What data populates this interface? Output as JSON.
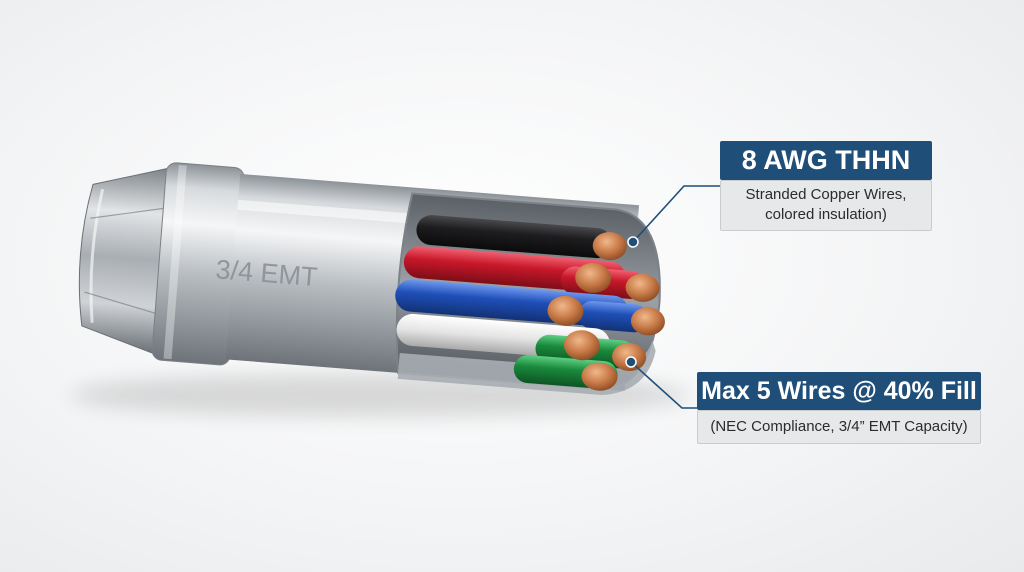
{
  "conduit": {
    "label": "3/4 EMT"
  },
  "callouts": {
    "gauge": {
      "title": "8 AWG THHN",
      "subtitle_line1": "Stranded Copper Wires,",
      "subtitle_line2": "colored insulation)"
    },
    "fill": {
      "title": "Max 5 Wires @ 40% Fill",
      "subtitle": "(NEC Compliance, 3/4” EMT Capacity)"
    }
  },
  "colors": {
    "callout_title_bg": "#1f4e79",
    "callout_sub_bg": "#e7e8ea",
    "leader_line": "#1f4e79",
    "wire_black": "#1d1d1f",
    "wire_red": "#c8182a",
    "wire_blue": "#1f4fb8",
    "wire_white": "#e9e9e9",
    "wire_green": "#1a8a3c",
    "copper": "#c87a48"
  },
  "wires": [
    {
      "color": "black"
    },
    {
      "color": "red"
    },
    {
      "color": "red"
    },
    {
      "color": "blue"
    },
    {
      "color": "blue"
    },
    {
      "color": "white"
    },
    {
      "color": "green"
    },
    {
      "color": "green"
    }
  ]
}
